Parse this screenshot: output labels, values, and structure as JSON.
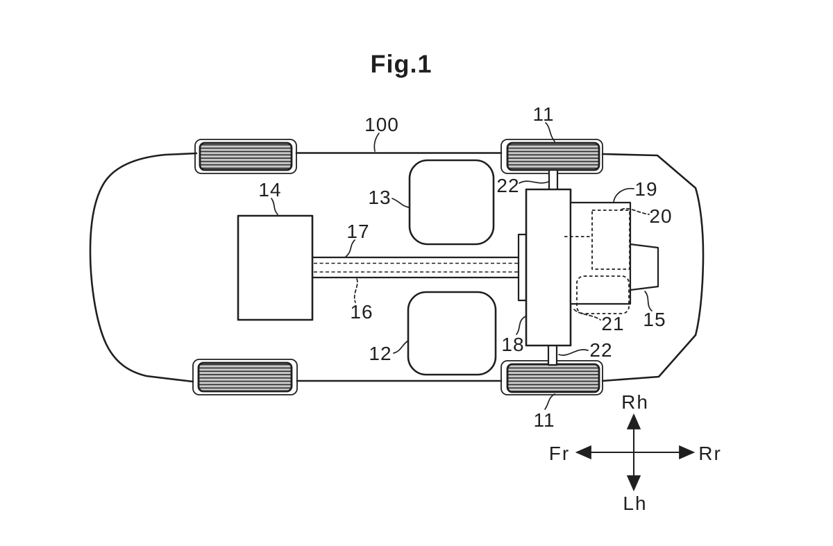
{
  "figure": {
    "title": "Fig.1"
  },
  "labels": {
    "vehicle_100": "100",
    "wheel_top_11": "11",
    "wheel_bottom_11": "11",
    "axle_top_22": "22",
    "axle_bottom_22": "22",
    "front_unit_14": "14",
    "seat_top_13": "13",
    "seat_bottom_12": "12",
    "shaft_17": "17",
    "shaft_core_16": "16",
    "rear_unit_18": "18",
    "housing_19": "19",
    "hidden_upper_20": "20",
    "hidden_lower_21": "21",
    "end_unit_15": "15"
  },
  "compass": {
    "up": "Rh",
    "down": "Lh",
    "left": "Fr",
    "right": "Rr"
  },
  "colors": {
    "line": "#1f1f1f",
    "background": "#ffffff",
    "wheel_fill": "#c9c9c9"
  }
}
